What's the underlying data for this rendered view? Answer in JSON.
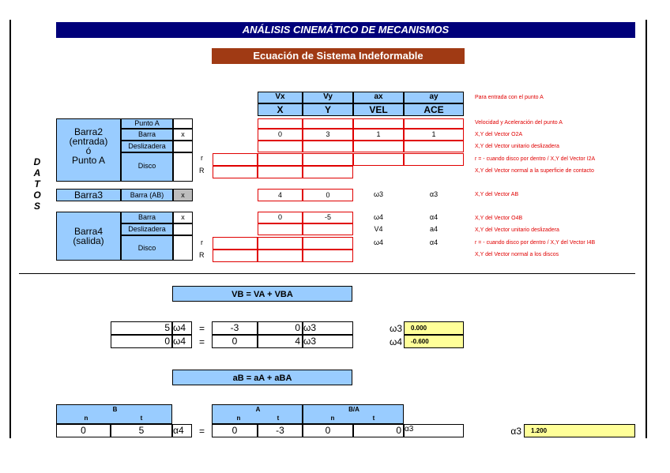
{
  "title": "ANÁLISIS CINEMÁTICO DE MECANISMOS",
  "subtitle": "Ecuación de Sistema Indeformable",
  "datos_label": [
    "D",
    "A",
    "T",
    "O",
    "S"
  ],
  "header": {
    "top": [
      "Vx",
      "Vy",
      "ax",
      "ay"
    ],
    "bottom": [
      "X",
      "Y",
      "VEL",
      "ACE"
    ],
    "note": "Para entrada con el punto A"
  },
  "barra2": {
    "label": "Barra2\n(entrada)\nó\nPunto A",
    "rows": [
      {
        "name": "Punto A",
        "mark": "",
        "values": [
          "",
          "",
          "",
          ""
        ],
        "note": "Velocidad y Aceleración del punto A"
      },
      {
        "name": "Barra",
        "mark": "x",
        "values": [
          "0",
          "3",
          "1",
          "1"
        ],
        "note": "X,Y del Vector O2A"
      },
      {
        "name": "Deslizadera",
        "mark": "",
        "values": [
          "",
          "",
          "",
          ""
        ],
        "note": "X,Y del Vector unitario deslizadera"
      },
      {
        "name": "Disco",
        "mark": "",
        "r_label": "r",
        "R_label": "R",
        "values": [
          "",
          "",
          "",
          ""
        ],
        "note_r": "r = - cuando disco por dentro / X,Y del Vector I2A",
        "note_R": "X,Y del Vector normal a la superficie de contacto"
      }
    ]
  },
  "barra3": {
    "label": "Barra3",
    "name": "Barra (AB)",
    "mark": "x",
    "values": [
      "4",
      "0"
    ],
    "extra": [
      "ω3",
      "α3"
    ],
    "note": "X,Y del Vector AB"
  },
  "barra4": {
    "label": "Barra4\n(salida)",
    "rows": [
      {
        "name": "Barra",
        "mark": "x",
        "values": [
          "0",
          "-5"
        ],
        "extra": [
          "ω4",
          "α4"
        ],
        "note": "X,Y del Vector O4B"
      },
      {
        "name": "Deslizadera",
        "mark": "",
        "values": [
          "",
          ""
        ],
        "extra": [
          "V4",
          "a4"
        ],
        "note": "X,Y del Vector unitario deslizadera"
      },
      {
        "name": "Disco",
        "mark": "",
        "r_label": "r",
        "R_label": "R",
        "extra": [
          "ω4",
          "α4"
        ],
        "note_r": "r = - cuando disco por dentro / X,Y del Vector I4B",
        "note_R": "X,Y del Vector normal a los discos"
      }
    ]
  },
  "velocity": {
    "equation": "VB = VA + VBA",
    "rows": [
      {
        "coef": "5",
        "var": "ω4",
        "eq": "=",
        "a": "-3",
        "b": "0",
        "bvar": "ω3",
        "res_label": "ω3",
        "res": "0.000"
      },
      {
        "coef": "0",
        "var": "ω4",
        "eq": "=",
        "a": "0",
        "b": "4",
        "bvar": "ω3",
        "res_label": "ω4",
        "res": "-0.600"
      }
    ]
  },
  "acceleration": {
    "equation": "aB = aA + aBA",
    "B_label": "B",
    "A_label": "A",
    "BA_label": "B/A",
    "n": "n",
    "t": "t",
    "row": {
      "Bn": "0",
      "Bt": "5",
      "var": "α4",
      "eq": "=",
      "An": "0",
      "At": "-3",
      "BAn": "0",
      "BAt": "0",
      "bvar": "α3"
    },
    "res_label": "α3",
    "res": "1.200"
  }
}
